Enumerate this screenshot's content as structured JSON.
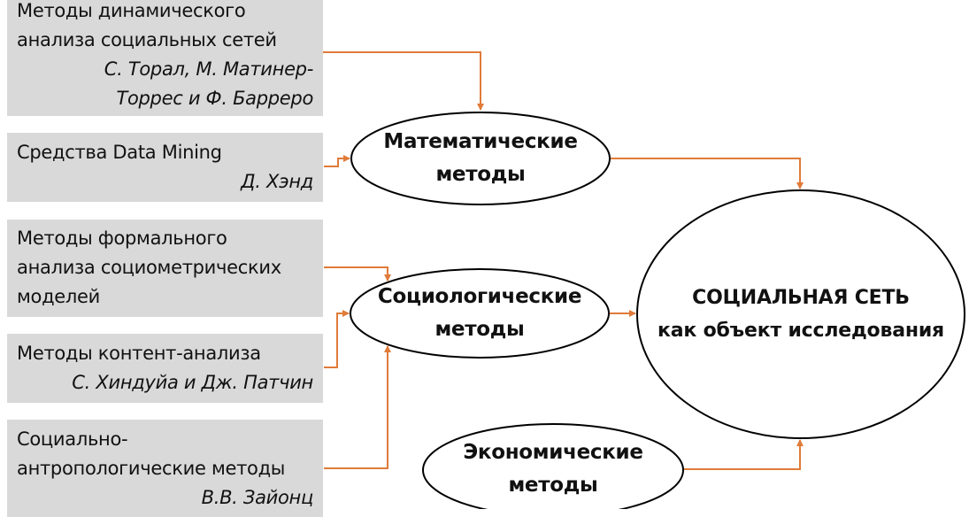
{
  "colors": {
    "arrow": "#E07B39",
    "box_fill": "#D9D9D9",
    "ellipse_stroke": "#000000",
    "background": "#FFFFFF"
  },
  "sources": [
    {
      "lines": [
        "Методы динамического",
        "анализа социальных сетей"
      ],
      "authors": [
        "С. Торал, М. Матинер-",
        "Торрес и Ф. Баррерo"
      ],
      "target": "math"
    },
    {
      "lines": [
        "Средства Data Mining"
      ],
      "authors": [
        "Д. Хэнд"
      ],
      "target": "math"
    },
    {
      "lines": [
        "Методы формального",
        "анализа социометрических",
        "моделей"
      ],
      "authors": [],
      "target": "socio"
    },
    {
      "lines": [
        "Методы контент-анализа"
      ],
      "authors": [
        "С. Хиндуйа и Дж. Патчин"
      ],
      "target": "socio"
    },
    {
      "lines": [
        "Социально-",
        "антропологические методы"
      ],
      "authors": [
        "В.В. Зайонц"
      ],
      "target": "socio"
    }
  ],
  "methods": {
    "math": {
      "line1": "Математические",
      "line2": "методы"
    },
    "socio": {
      "line1": "Социологические",
      "line2": "методы"
    },
    "econ": {
      "line1": "Экономические",
      "line2": "методы"
    }
  },
  "center": {
    "line1": "СОЦИАЛЬНАЯ СЕТЬ",
    "line2": "как объект исследования"
  }
}
